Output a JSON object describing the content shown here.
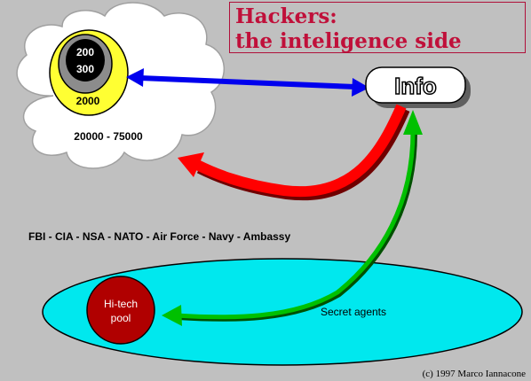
{
  "title": {
    "line1": "Hackers:",
    "line2": "the inteligence side"
  },
  "cloud": {
    "ring_inner_top": "200",
    "ring_inner_bottom": "300",
    "ring_outer": "2000",
    "range_label": "20000 - 75000"
  },
  "info_box": {
    "label": "Info"
  },
  "agencies_line": "FBI - CIA - NSA - NATO - Air Force - Navy - Ambassy",
  "ellipse": {
    "label": "Secret agents",
    "pool_line1": "Hi-tech",
    "pool_line2": "pool"
  },
  "copyright": "(c) 1997 Marco Iannacone",
  "colors": {
    "background": "#c0c0c0",
    "title": "#c0103a",
    "blue_arrow": "#0000ee",
    "red_arrow": "#ff0000",
    "green_arrow": "#00c000",
    "ellipse_fill": "#00e8ee",
    "pool_fill": "#b00000",
    "ring_yellow": "#ffff33"
  }
}
